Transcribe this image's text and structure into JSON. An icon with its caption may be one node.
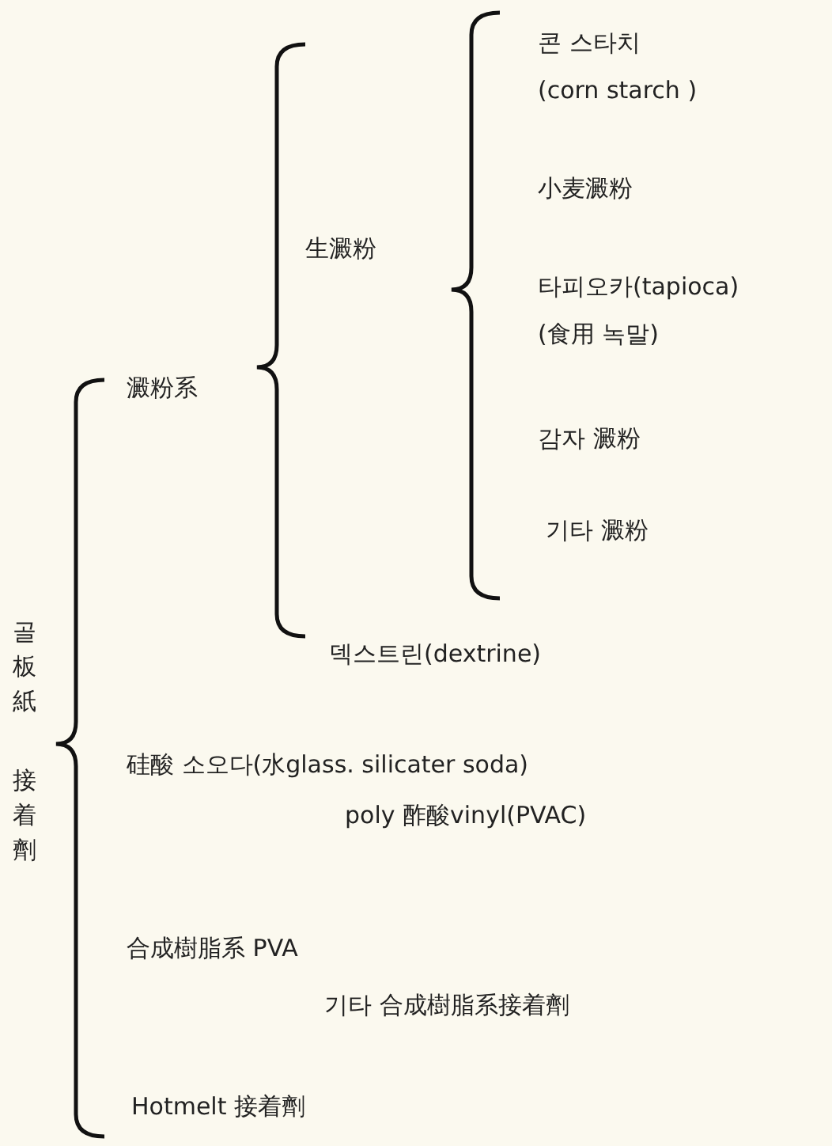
{
  "diagram": {
    "labels": [
      "골板紙",
      "接着劑",
      "澱粉系",
      "生澱粉",
      "콘 스타치 (corn starch )",
      "小麦澱粉",
      "타피오카(tapioca) (食用 녹말)",
      "감자 澱粉",
      "기타 澱粉",
      "덱스트린(dextrine)",
      "硅酸 소오다(水glass. silicater soda)",
      "poly 酢酸vinyl(PVAC)",
      "合成樹脂系 PVA",
      "기타 合成樹脂系接着劑",
      "Hotmelt 接着劑"
    ]
  }
}
